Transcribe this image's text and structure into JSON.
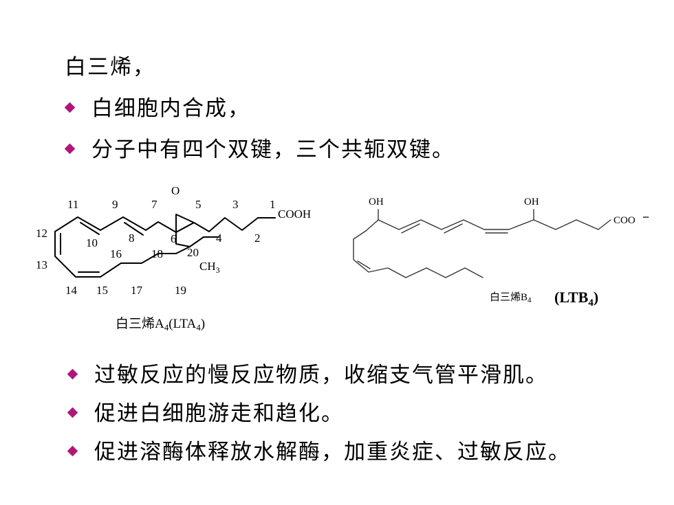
{
  "header": "白三烯，",
  "bullets_top": [
    "白细胞内合成，",
    "分子中有四个双键，三个共轭双键。"
  ],
  "lta4": {
    "o_label": "O",
    "cooh": "COOH",
    "ch3": "CH",
    "ch3_sub": "3",
    "numbers": [
      "1",
      "2",
      "3",
      "4",
      "5",
      "6",
      "7",
      "8",
      "9",
      "10",
      "11",
      "12",
      "13",
      "14",
      "15",
      "16",
      "17",
      "18",
      "19",
      "20"
    ],
    "caption_main": "白三烯A",
    "caption_sub": "4",
    "caption_paren": "(LTA",
    "caption_sub2": "4",
    "caption_close": ")"
  },
  "ltb4": {
    "oh_left": "OH",
    "oh_right": "OH",
    "coo": "COO",
    "charge": "−",
    "caption_cn": "白三烯B",
    "caption_cn_sub": "4",
    "caption_abbr": "(LTB",
    "caption_abbr_sub": "4",
    "caption_abbr_close": ")"
  },
  "bullets_bottom": [
    "过敏反应的慢反应物质，收缩支气管平滑肌。",
    "促进白细胞游走和趋化。",
    "促进溶酶体释放水解酶，加重炎症、过敏反应。"
  ],
  "colors": {
    "bullet": "#b0167a",
    "text": "#000000"
  }
}
